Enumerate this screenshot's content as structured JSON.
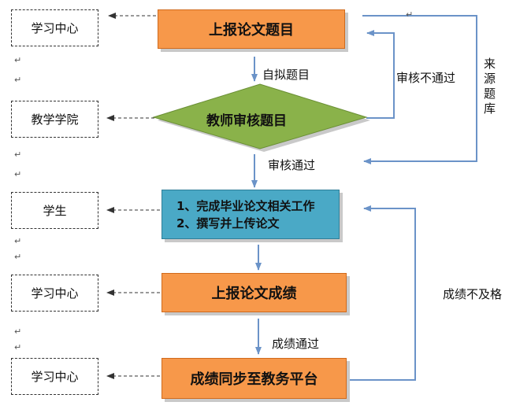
{
  "left_boxes": [
    "学习中心",
    "教学学院",
    "学生",
    "学习中心",
    "学习中心"
  ],
  "stages": {
    "s1": "上报论文题目",
    "s2": "教师审核题目",
    "s3_line1": "1、完成毕业论文相关工作",
    "s3_line2": "2、撰写并上传论文",
    "s4": "上报论文成绩",
    "s5": "成绩同步至教务平台"
  },
  "labels": {
    "self_draft": "自拟题目",
    "review_fail": "审核不通过",
    "review_pass": "审核通过",
    "source_bank": "来源题库",
    "grade_fail": "成绩不及格",
    "grade_pass": "成绩通过"
  },
  "colors": {
    "orange": "#f7984a",
    "green": "#8ab24a",
    "blue": "#4aa9c6",
    "arrow": "#6b93c8"
  }
}
